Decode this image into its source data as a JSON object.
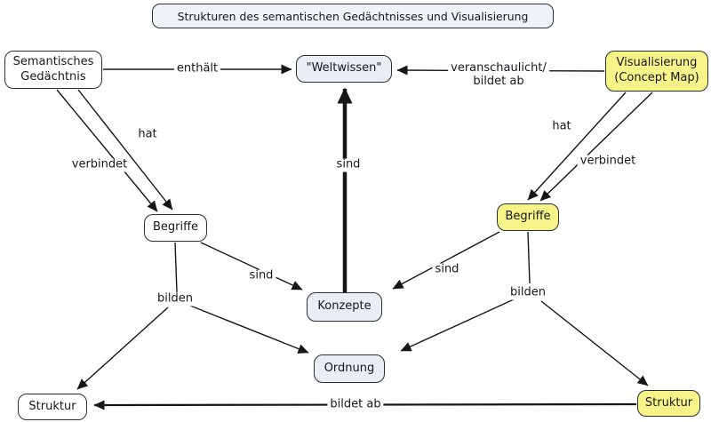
{
  "title": {
    "label": "Strukturen des semantischen Gedächtnisses und Visualisierung"
  },
  "nodes": {
    "semantisches_gedaechtnis": {
      "label": "Semantisches\nGedächtnis",
      "style": "white"
    },
    "weltwissen": {
      "label": "\"Weltwissen\"",
      "style": "blue"
    },
    "visualisierung": {
      "label": "Visualisierung\n(Concept Map)",
      "style": "yellow"
    },
    "begriffe_links": {
      "label": "Begriffe",
      "style": "white"
    },
    "begriffe_rechts": {
      "label": "Begriffe",
      "style": "yellow"
    },
    "konzepte": {
      "label": "Konzepte",
      "style": "blue"
    },
    "ordnung": {
      "label": "Ordnung",
      "style": "blue"
    },
    "struktur_links": {
      "label": "Struktur",
      "style": "white"
    },
    "struktur_rechts": {
      "label": "Struktur",
      "style": "yellow"
    }
  },
  "edge_labels": {
    "enthaelt": "enthält",
    "veranschaulicht": "veranschaulicht/\nbildet ab",
    "sind_mitte": "sind",
    "hat_links": "hat",
    "verbindet_links": "verbindet",
    "hat_rechts": "hat",
    "verbindet_rechts": "verbindet",
    "sind_links": "sind",
    "sind_rechts": "sind",
    "bilden_links": "bilden",
    "bilden_rechts": "bilden",
    "bildet_ab": "bildet ab"
  },
  "connections": [
    {
      "from": "Semantisches Gedächtnis",
      "label": "enthält",
      "to": "\"Weltwissen\""
    },
    {
      "from": "Visualisierung (Concept Map)",
      "label": "veranschaulicht/ bildet ab",
      "to": "\"Weltwissen\""
    },
    {
      "from": "Semantisches Gedächtnis",
      "label": "hat",
      "to": "Begriffe (links)"
    },
    {
      "from": "Semantisches Gedächtnis",
      "label": "verbindet",
      "to": "Begriffe (links)"
    },
    {
      "from": "Visualisierung (Concept Map)",
      "label": "hat",
      "to": "Begriffe (rechts)"
    },
    {
      "from": "Visualisierung (Concept Map)",
      "label": "verbindet",
      "to": "Begriffe (rechts)"
    },
    {
      "from": "Konzepte",
      "label": "sind",
      "to": "\"Weltwissen\""
    },
    {
      "from": "Begriffe (links)",
      "label": "sind",
      "to": "Konzepte"
    },
    {
      "from": "Begriffe (rechts)",
      "label": "sind",
      "to": "Konzepte"
    },
    {
      "from": "Begriffe (links)",
      "label": "bilden",
      "to": "Struktur (links) und Ordnung"
    },
    {
      "from": "Begriffe (rechts)",
      "label": "bilden",
      "to": "Ordnung und Struktur (rechts)"
    },
    {
      "from": "Struktur (rechts)",
      "label": "bildet ab",
      "to": "Struktur (links)"
    }
  ],
  "colors": {
    "canvas": "#ffffff",
    "node_white": "#ffffff",
    "node_blue": "#e8eef3",
    "node_yellow": "#f6f389",
    "border": "#2e2e36",
    "line": "#161616",
    "text": "#17171e"
  }
}
